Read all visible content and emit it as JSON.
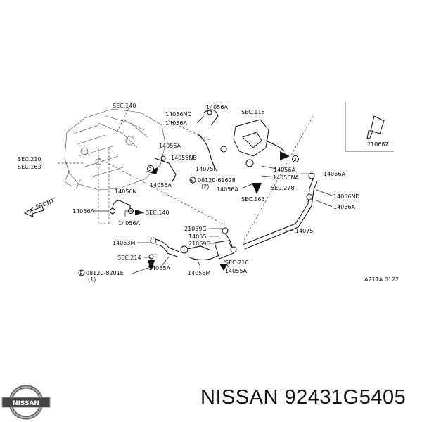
{
  "labels": {
    "sec140_top": "SEC.140",
    "l14056a_1": "14056A",
    "l14056nc": "14056NC",
    "l14056a_2": "14056A",
    "sec118": "SEC.118",
    "l14056a_3": "14056A",
    "l14056nb": "14056NB",
    "sec210_a": "SEC.210",
    "sec163_a": "SEC.163",
    "l14075n": "14075N",
    "l14056a_4": "14056A",
    "bolt1": "08120-61628",
    "bolt1_qty": "(2)",
    "l14056a_5": "14056A",
    "l14056na": "14056NA",
    "l14056a_6": "14056A",
    "l14056n": "14056N",
    "sec278": "SEC.278",
    "l14056nd": "14056ND",
    "sec163_b": "SEC.163",
    "l14056a_7": "14056A",
    "l14056a_8": "14056A",
    "sec140_b": "SEC.140",
    "l14056a_9": "14056A",
    "front": "FRONT",
    "l21069g_1": "21069G",
    "l14075": "14075",
    "l14055": "14055",
    "l14053m": "14053M",
    "l21069g_2": "21069G",
    "sec214": "SEC.214",
    "sec210_b": "SEC.210",
    "l14055a_1": "14055A",
    "l14055m": "14055M",
    "l14055a_2": "14055A",
    "bolt2": "08120-8201E",
    "bolt2_qty": "(1)",
    "l21068z": "21068Z",
    "ref": "A211A 0122"
  },
  "footer": {
    "text": "NISSAN 92431G5405",
    "logo_text": "NISSAN"
  }
}
